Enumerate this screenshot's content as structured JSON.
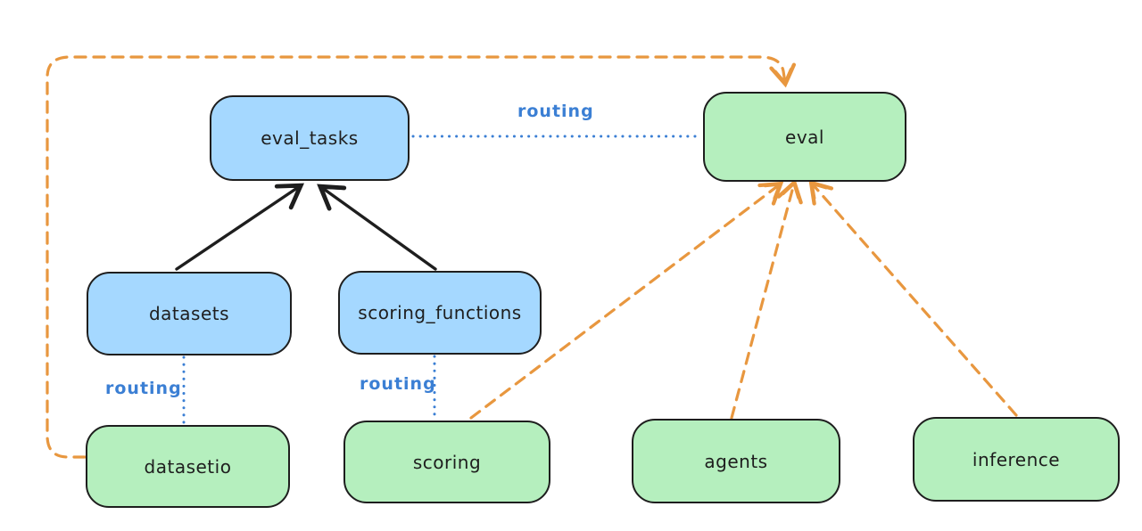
{
  "diagram": {
    "kind": "architecture-diagram",
    "background": "#ffffff",
    "colors": {
      "node_border": "#1e1e1e",
      "registry_fill_blue": "#a5d8ff",
      "provider_fill_green": "#b5efbe",
      "routing_blue": "#3b7fd4",
      "dashed_orange": "#e8973f",
      "solid_black": "#1e1e1e"
    },
    "nodes": {
      "eval_tasks": {
        "label": "eval_tasks",
        "color": "blue"
      },
      "eval": {
        "label": "eval",
        "color": "green"
      },
      "datasets": {
        "label": "datasets",
        "color": "blue"
      },
      "scoring_functions": {
        "label": "scoring_functions",
        "color": "blue"
      },
      "datasetio": {
        "label": "datasetio",
        "color": "green"
      },
      "scoring": {
        "label": "scoring",
        "color": "green"
      },
      "agents": {
        "label": "agents",
        "color": "green"
      },
      "inference": {
        "label": "inference",
        "color": "green"
      }
    },
    "edge_labels": {
      "top": "routing",
      "left": "routing",
      "middle": "routing"
    },
    "edges": [
      {
        "from": "datasets",
        "to": "eval_tasks",
        "style": "solid-arrow",
        "color": "black"
      },
      {
        "from": "scoring_functions",
        "to": "eval_tasks",
        "style": "solid-arrow",
        "color": "black"
      },
      {
        "from": "eval_tasks",
        "to": "eval",
        "style": "dotted",
        "color": "blue",
        "label": "routing"
      },
      {
        "from": "datasets",
        "to": "datasetio",
        "style": "dotted",
        "color": "blue",
        "label": "routing"
      },
      {
        "from": "scoring_functions",
        "to": "scoring",
        "style": "dotted",
        "color": "blue",
        "label": "routing"
      },
      {
        "from": "datasetio",
        "to": "eval",
        "style": "dashed-arrow",
        "color": "orange",
        "route": "around-left-and-top"
      },
      {
        "from": "scoring",
        "to": "eval",
        "style": "dashed-arrow",
        "color": "orange"
      },
      {
        "from": "agents",
        "to": "eval",
        "style": "dashed-arrow",
        "color": "orange"
      },
      {
        "from": "inference",
        "to": "eval",
        "style": "dashed-arrow",
        "color": "orange"
      }
    ]
  }
}
